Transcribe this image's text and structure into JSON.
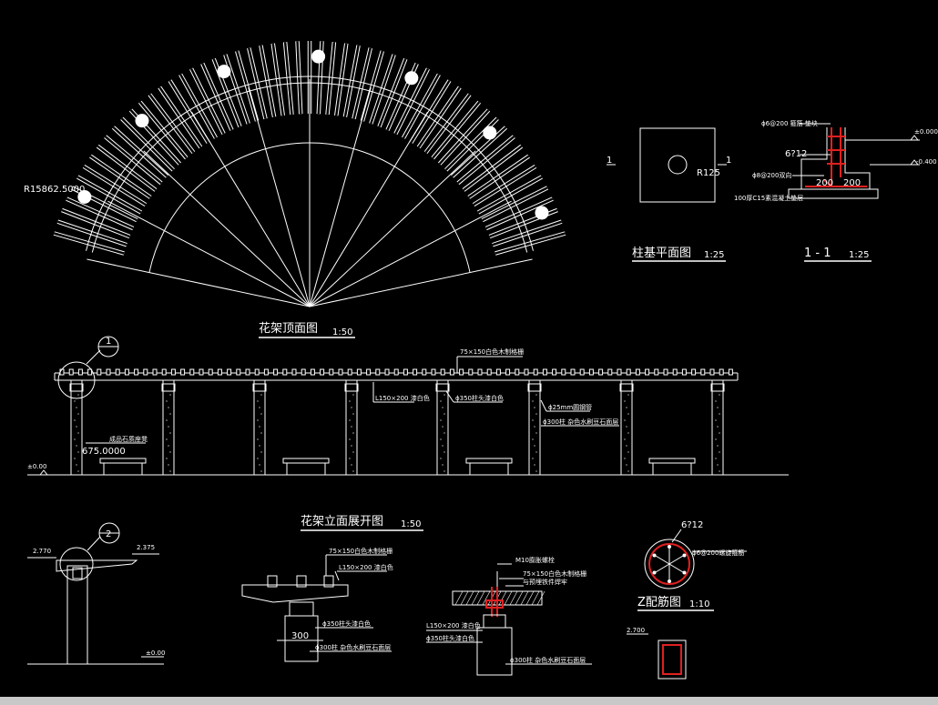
{
  "titles": {
    "top_plan": "花架顶面图",
    "top_plan_scale": "1:50",
    "elevation": "花架立面展开图",
    "elevation_scale": "1:50",
    "base_plan": "柱基平面图",
    "base_plan_scale": "1:25",
    "section_11": "1 - 1",
    "section_11_scale": "1:25",
    "rebar": "Z配筋图",
    "rebar_scale": "1:10"
  },
  "labels": {
    "radius": "R15862.5000",
    "r125": "R125",
    "sec_mark": "1",
    "found_top": "ϕ6@200 箍筋 垫块",
    "rebar_6d12": "6?12",
    "found_mid": "ϕ8@200双向",
    "found_200a": "200",
    "found_200b": "200",
    "found_bottom": "100厚C15素混凝土垫层",
    "lvl_000": "±0.000",
    "lvl_minus": "-0.400",
    "elev_top": "75×150白色木制格栅",
    "elev_beam": "L150×200 漆白色",
    "elev_cap": "ϕ350柱头漆白色",
    "elev_rod": "ϕ25mm圆钢管",
    "elev_col": "ϕ300柱 杂色水刷豆石面层",
    "elev_bench": "成品石质座凳",
    "elev_dim": "675.0000",
    "elev_lvl": "±0.00",
    "callout1": "1",
    "callout2": "2",
    "d_lvl1": "2.770",
    "d_lvl2": "2.375",
    "d_lvl3": "±0.00",
    "d2_top": "75×150白色木制格栅",
    "d2_beam": "L150×200 漆白色",
    "d2_cap": "ϕ350柱头漆白色",
    "d2_300": "300",
    "d2_col": "ϕ300柱 杂色水刷豆石面层",
    "d3_bolt": "M10膨胀螺栓",
    "d3_grid": "75×150白色木制格栅",
    "d3_fix": "与预埋铁件焊牢",
    "d3_beam": "L150×200 漆白色",
    "d3_cap": "ϕ350柱头漆白色",
    "d3_col": "ϕ300柱 杂色水刷豆石面层",
    "rb_6d12": "6?12",
    "rb_stirrup": "ϕ6@200螺旋箍筋",
    "rb_lvl": "2.700"
  }
}
